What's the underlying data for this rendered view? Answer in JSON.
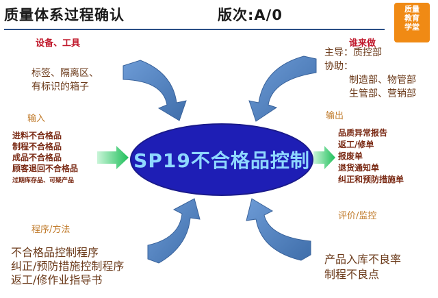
{
  "header": {
    "title": "质量体系过程确认",
    "version": "版次:A/0",
    "logo_lines": [
      "质量",
      "教育",
      "学堂"
    ]
  },
  "equipment": {
    "title": "设备、工具",
    "lines": [
      "标签、隔离区、",
      "有标识的箱子"
    ]
  },
  "who": {
    "title": "谁来做",
    "lead": "主导：质控部",
    "assist_label": "协助：",
    "assist_lines": [
      "制造部、物管部",
      "生管部、营销部"
    ]
  },
  "input": {
    "title": "输入",
    "items": [
      "进料不合格品",
      "制程不合格品",
      "成品不合格品",
      "顾客退回不合格品"
    ],
    "extra": "过期库存品、可疑产品"
  },
  "output": {
    "title": "输出",
    "items": [
      "品质异常报告",
      "返工/修单",
      "报废单",
      "退货通知单",
      "纠正和预防措施单"
    ]
  },
  "center": {
    "label": "SP19不合格品控制"
  },
  "method": {
    "title": "程序/方法",
    "items": [
      "不合格品控制程序",
      "纠正/预防措施控制程序",
      "返工/修作业指导书"
    ]
  },
  "evaluation": {
    "title": "评价/监控",
    "items": [
      "产品入库不良率",
      "制程不良点"
    ]
  },
  "colors": {
    "arrow_blue": "#4f80bd",
    "arrow_green": "#2ecc71",
    "ellipse_fill": "#1e1eb5",
    "center_text": "#8fd8ff",
    "title_red": "#c0182b",
    "logo_orange": "#f08a14"
  }
}
